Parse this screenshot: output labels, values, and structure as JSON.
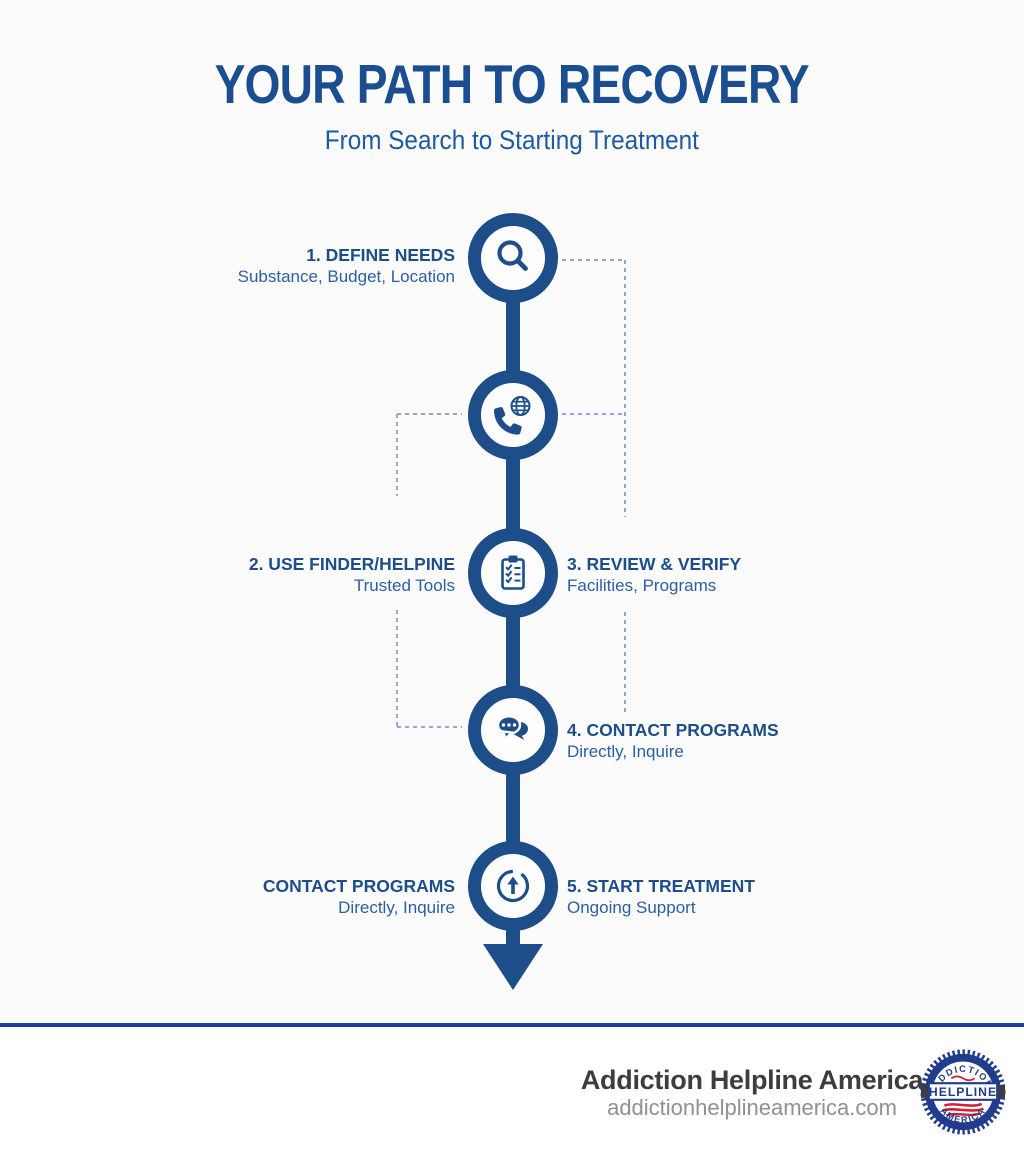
{
  "colors": {
    "accent": "#1d4e89",
    "title": "#1b4e91",
    "subtitle": "#1e5aa0",
    "sublabel": "#2a5fa5",
    "dashed": "#8ea9d4",
    "divider": "#1f3e9c",
    "brand_text": "#3d3d3d",
    "website_text": "#909090",
    "badge_blue": "#223c8d",
    "badge_red": "#cf2233"
  },
  "header": {
    "title": "YOUR PATH TO RECOVERY",
    "subtitle": "From Search to Starting Treatment"
  },
  "timeline": {
    "step1": {
      "icon": "search-icon",
      "label": "1. DEFINE NEEDS",
      "sublabel": "Substance, Budget, Location"
    },
    "step2": {
      "icon": "phone-globe-icon",
      "label": "2. USE FINDER/HELPINE",
      "sublabel": "Trusted Tools"
    },
    "step3": {
      "icon": "checklist-clipboard-icon",
      "label": "3. REVIEW & VERIFY",
      "sublabel": "Facilities, Programs"
    },
    "step4": {
      "icon": "chat-bubbles-icon",
      "label": "4. CONTACT PROGRAMS",
      "sublabel": "Directly, Inquire"
    },
    "step5_left": {
      "label": "CONTACT PROGRAMS",
      "sublabel": "Directly, Inquire"
    },
    "step5": {
      "icon": "start-arrow-icon",
      "label": "5. START TREATMENT",
      "sublabel": "Ongoing Support"
    }
  },
  "footer": {
    "brand": "Addiction Helpline America",
    "website": "addictionhelplineamerica.com",
    "badge": {
      "top": "ADDICTION",
      "middle": "HELPLINE",
      "bottom": "AMERICA"
    }
  }
}
